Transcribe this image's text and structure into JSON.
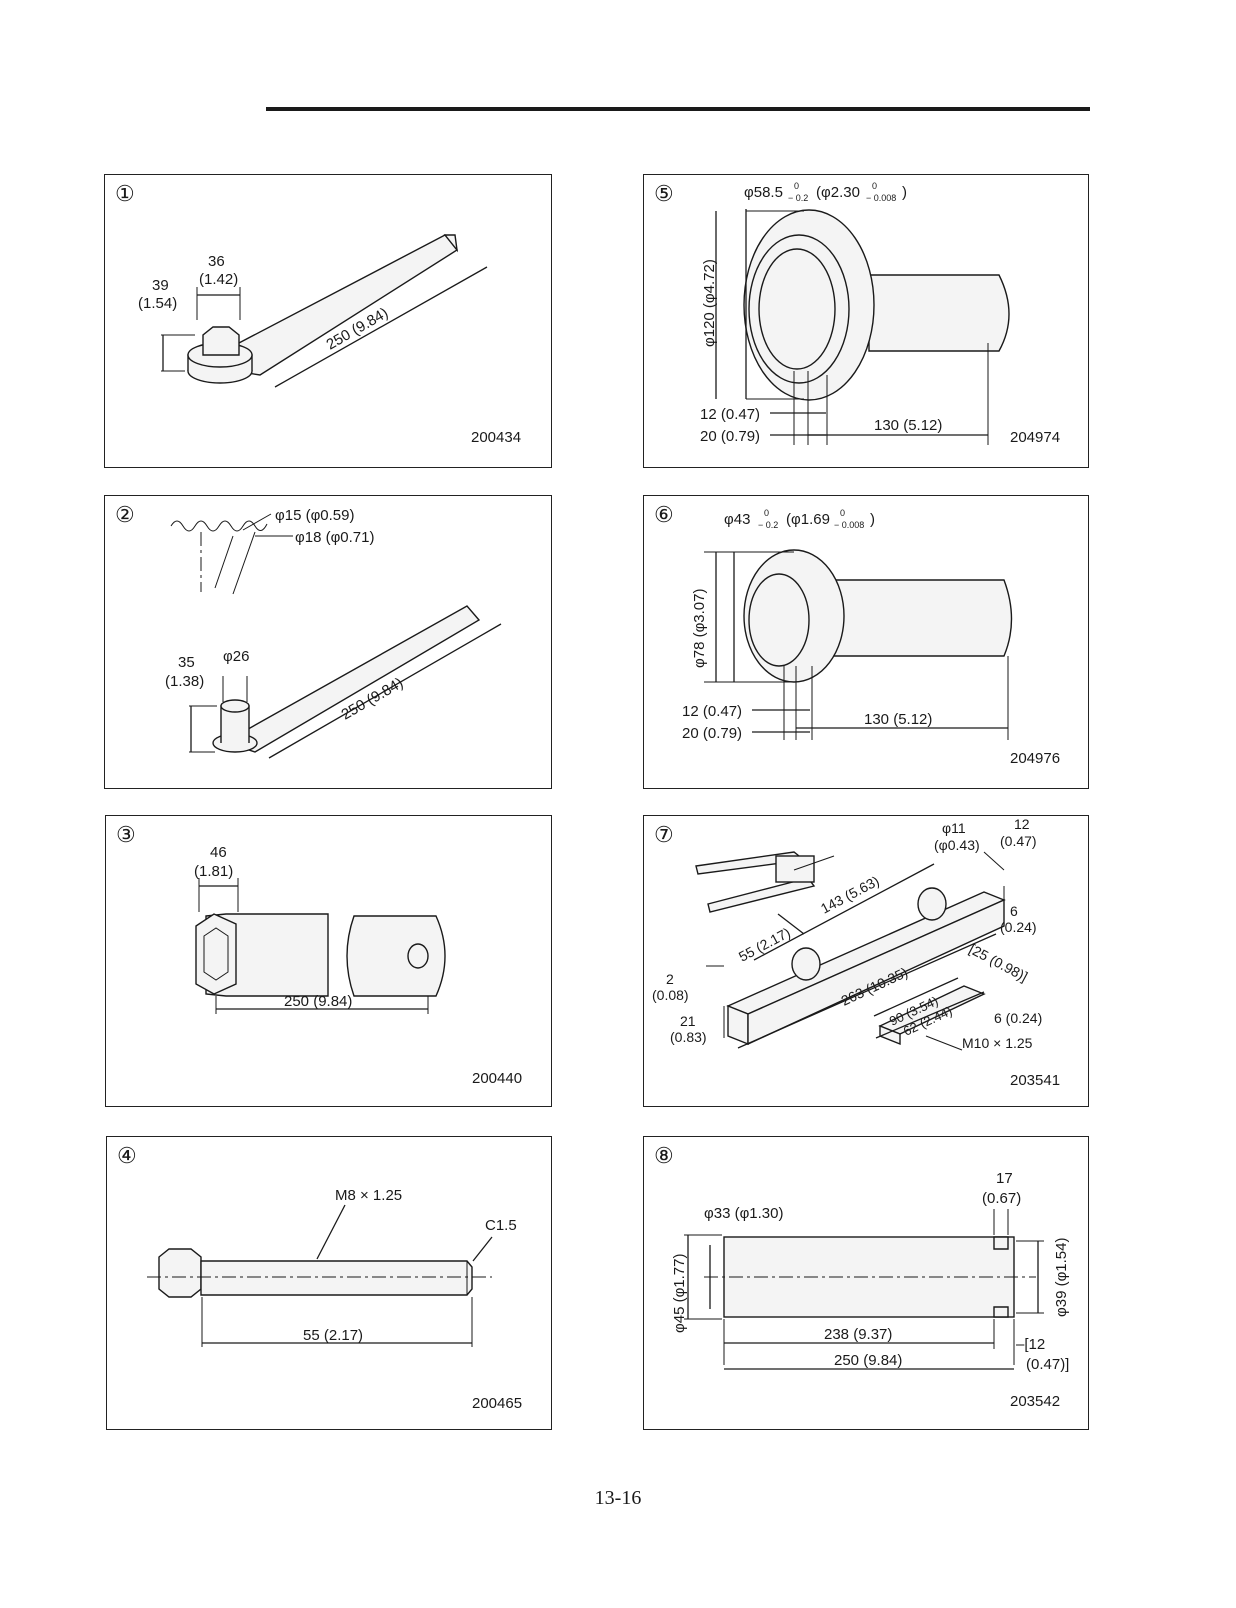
{
  "page_number": "13-16",
  "panels": [
    {
      "index": "①",
      "code": "200434",
      "labels": {
        "dim_36": "36",
        "dim_1_42": "(1.42)",
        "dim_39": "39",
        "dim_1_54": "(1.54)",
        "length": "250 (9.84)"
      }
    },
    {
      "index": "②",
      "code": "",
      "labels": {
        "phi15": "φ15 (φ0.59)",
        "phi18": "φ18 (φ0.71)",
        "dim_35": "35",
        "dim_1_38": "(1.38)",
        "phi26": "φ26",
        "length": "250 (9.84)"
      }
    },
    {
      "index": "③",
      "code": "200440",
      "labels": {
        "dim_46": "46",
        "dim_1_81": "(1.81)",
        "length": "250 (9.84)"
      }
    },
    {
      "index": "④",
      "code": "200465",
      "labels": {
        "thread": "M8 × 1.25",
        "chamfer": "C1.5",
        "length": "55 (2.17)"
      }
    },
    {
      "index": "⑤",
      "code": "204974",
      "labels": {
        "dia_top_main": "φ58.5",
        "dia_top_tol_upper": "0",
        "dia_top_tol_lower": "− 0.2",
        "dia_top_in_main": "(φ2.30",
        "dia_top_in_upper": "0",
        "dia_top_in_lower": "− 0.008",
        "dia_top_in_close": ")",
        "dia_side": "φ120 (φ4.72)",
        "dim_12": "12 (0.47)",
        "dim_20": "20 (0.79)",
        "dim_130": "130 (5.12)"
      }
    },
    {
      "index": "⑥",
      "code": "204976",
      "labels": {
        "dia_top_main": "φ43",
        "dia_top_tol_upper": "0",
        "dia_top_tol_lower": "− 0.2",
        "dia_top_in_main": "(φ1.69",
        "dia_top_in_upper": "0",
        "dia_top_in_lower": "− 0.008",
        "dia_top_in_close": ")",
        "dia_side": "φ78 (φ3.07)",
        "dim_12": "12 (0.47)",
        "dim_20": "20 (0.79)",
        "dim_130": "130 (5.12)"
      }
    },
    {
      "index": "⑦",
      "code": "203541",
      "labels": {
        "phi11": "φ11",
        "phi0_43": "(φ0.43)",
        "dim_12": "12",
        "dim_0_47": "(0.47)",
        "dim_143": "143 (5.63)",
        "dim_6": "6",
        "dim_0_24": "(0.24)",
        "dim_55": "55 (2.17)",
        "dim_25": "[25 (0.98)]",
        "dim_2": "2",
        "dim_0_08": "(0.08)",
        "dim_263": "263 (10.35)",
        "dim_90": "90 (3.54)",
        "dim_62": "62 (2.44)",
        "dim_21": "21",
        "dim_0_83": "(0.83)",
        "dim_6b": "6 (0.24)",
        "thread": "M10 × 1.25"
      }
    },
    {
      "index": "⑧",
      "code": "203542",
      "labels": {
        "dim_17": "17",
        "dim_0_67": "(0.67)",
        "phi33": "φ33 (φ1.30)",
        "phi45": "φ45 (φ1.77)",
        "phi39": "φ39 (φ1.54)",
        "dim_238": "238 (9.37)",
        "dim_12": "–[12",
        "dim_0_47": "(0.47)]",
        "dim_250": "250 (9.84)"
      }
    }
  ]
}
